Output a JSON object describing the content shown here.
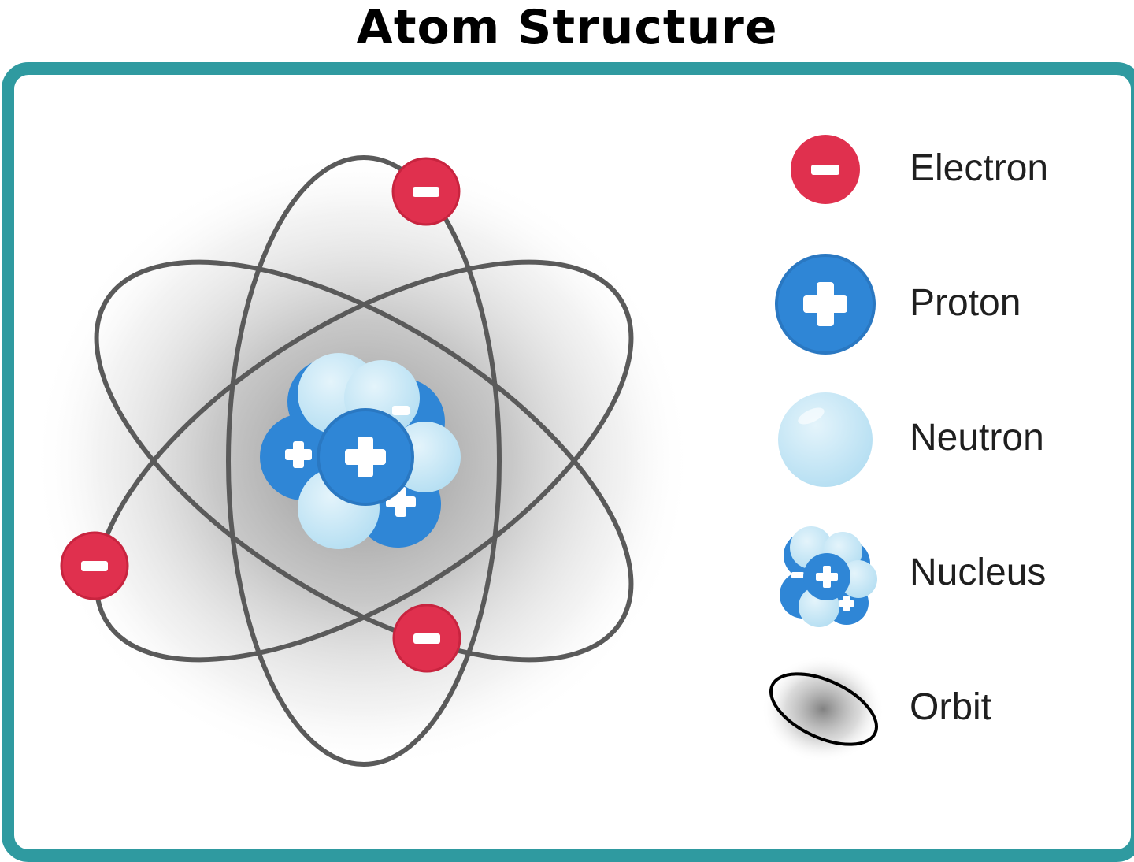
{
  "title": "Atom Structure",
  "colors": {
    "frame": "#2f9aa0",
    "electron": "#e0304e",
    "proton": "#2f86d6",
    "neutron": "#bfe3f4",
    "orbit_line": "#5a5a5a",
    "cloud": "#8c8c8c"
  },
  "legend": {
    "items": [
      {
        "label": "Electron",
        "icon": "electron-icon"
      },
      {
        "label": "Proton",
        "icon": "proton-icon"
      },
      {
        "label": "Neutron",
        "icon": "neutron-icon"
      },
      {
        "label": "Nucleus",
        "icon": "nucleus-icon"
      },
      {
        "label": "Orbit",
        "icon": "orbit-icon"
      }
    ]
  }
}
